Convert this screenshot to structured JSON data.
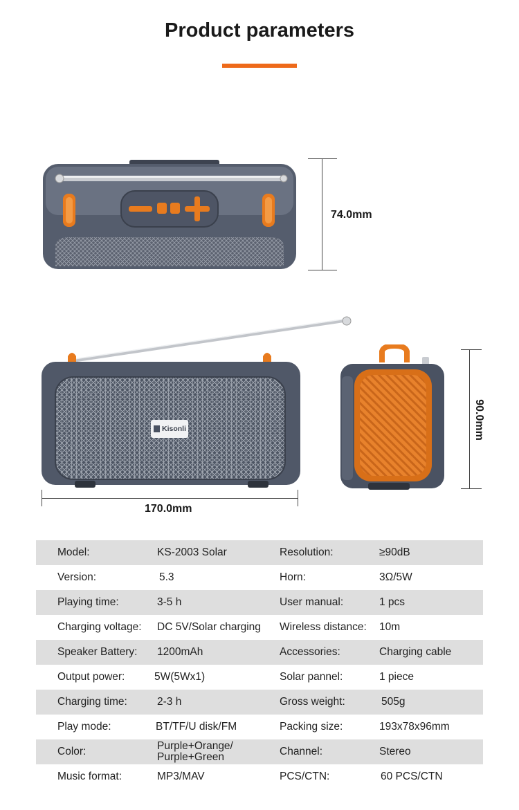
{
  "header": {
    "title": "Product parameters",
    "accent_color": "#ee6a1a"
  },
  "dimensions": {
    "height": "74.0mm",
    "width": "170.0mm",
    "depth": "90.0mm"
  },
  "brand": {
    "logo_text": "Kisonli"
  },
  "specs": [
    {
      "label1": "Model:",
      "value1": "KS-2003 Solar",
      "label2": "Resolution:",
      "value2": "≥90dB"
    },
    {
      "label1": "Version:",
      "value1": "5.3",
      "label2": "Horn:",
      "value2": "3Ω/5W"
    },
    {
      "label1": "Playing time:",
      "value1": "3-5 h",
      "label2": "User manual:",
      "value2": "1 pcs"
    },
    {
      "label1": "Charging voltage:",
      "value1": "DC 5V/Solar charging",
      "label2": "Wireless distance:",
      "value2": "10m"
    },
    {
      "label1": "Speaker Battery:",
      "value1": "1200mAh",
      "label2": "Accessories:",
      "value2": "Charging cable"
    },
    {
      "label1": "Output power:",
      "value1": "5W(5Wx1)",
      "label2": "Solar pannel:",
      "value2": "1 piece"
    },
    {
      "label1": "Charging time:",
      "value1": "2-3 h",
      "label2": "Gross weight:",
      "value2": "505g"
    },
    {
      "label1": "Play mode:",
      "value1": "BT/TF/U disk/FM",
      "label2": "Packing size:",
      "value2": "193x78x96mm"
    },
    {
      "label1": "Color:",
      "value1a": "Purple+Orange/",
      "value1b": "Purple+Green",
      "label2": "Channel:",
      "value2": "Stereo"
    },
    {
      "label1": "Music format:",
      "value1": "MP3/MAV",
      "label2": "PCS/CTN:",
      "value2": "60 PCS/CTN"
    }
  ]
}
